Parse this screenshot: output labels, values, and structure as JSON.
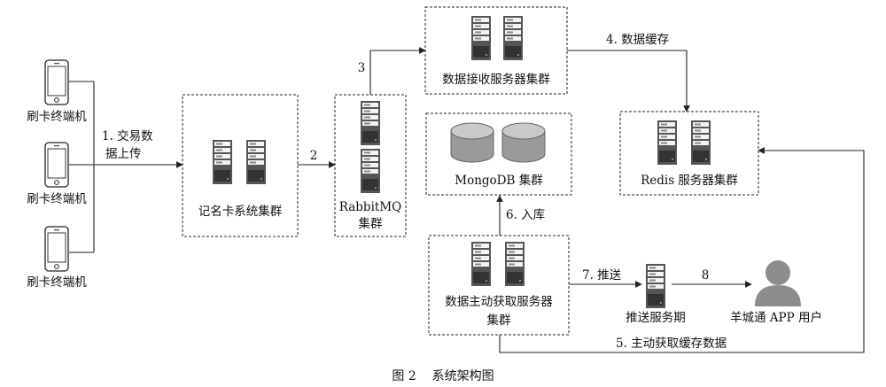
{
  "terminals": [
    {
      "label": "刷卡终端机"
    },
    {
      "label": "刷卡终端机"
    },
    {
      "label": "刷卡终端机"
    }
  ],
  "nodes": {
    "ticket_system": "记名卡系统集群",
    "rabbitmq_line1": "RabbitMQ",
    "rabbitmq_line2": "集群",
    "receiver": "数据接收服务器集群",
    "mongodb": "MongoDB 集群",
    "redis": "Redis 服务器集群",
    "fetcher_line1": "数据主动获取服务器",
    "fetcher_line2": "集群",
    "push_server": "推送服务期",
    "app_user": "羊城通 APP 用户"
  },
  "edges": {
    "e1_line1": "1. 交易数",
    "e1_line2": "据上传",
    "e2": "2",
    "e3": "3",
    "e4": "4. 数据缓存",
    "e5": "5. 主动获取缓存数据",
    "e6": "6. 入库",
    "e7": "7. 推送",
    "e8": "8"
  },
  "caption": "图 2    系统架构图",
  "icons": {
    "server": "server-icon",
    "phone": "phone-icon",
    "database": "database-icon",
    "user": "user-icon"
  }
}
